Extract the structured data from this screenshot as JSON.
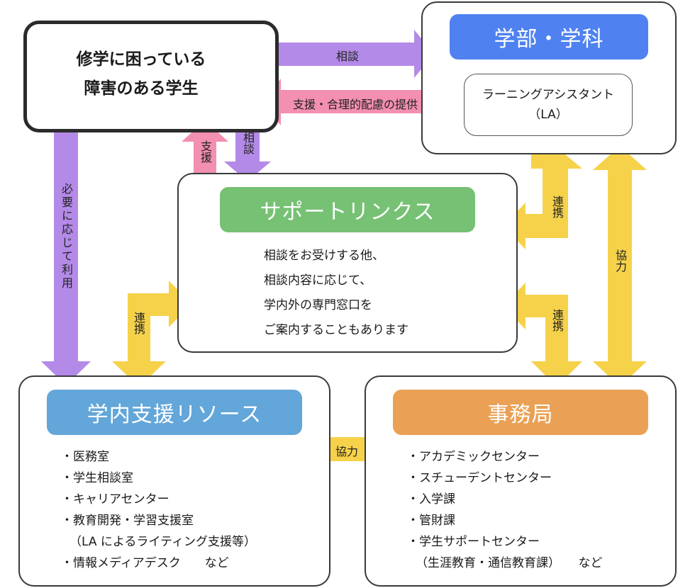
{
  "student": {
    "line1": "修学に困っている",
    "line2": "障害のある学生"
  },
  "faculty": {
    "title": "学部・学科",
    "la_line1": "ラーニングアシスタント",
    "la_line2": "（LA）"
  },
  "support_links": {
    "title": "サポートリンクス",
    "lines": [
      "相談をお受けする他、",
      "相談内容に応じて、",
      "学内外の専門窓口を",
      "ご案内することもあります"
    ]
  },
  "resources": {
    "title": "学内支援リソース",
    "items": [
      "・医務室",
      "・学生相談室",
      "・キャリアセンター",
      "・教育開発・学習支援室",
      "（LA によるライティング支援等）",
      "・情報メディアデスク　　など"
    ]
  },
  "office": {
    "title": "事務局",
    "items": [
      "・アカデミックセンター",
      "・スチューデントセンター",
      "・入学課",
      "・管財課",
      "・学生サポートセンター",
      "（生涯教育・通信教育課）　　など"
    ]
  },
  "arrows": {
    "consult_right": "相談",
    "support_left": "支援・合理的配慮の提供",
    "support_up": "支援",
    "consult_down": "相談",
    "use_as_needed": "必要に応じて利用",
    "collab_left": "連携",
    "collab_upper_right": "連携",
    "collab_lower_right": "連携",
    "cooperation_right": "協力",
    "cooperation_bottom": "協力"
  },
  "colors": {
    "purple": "#b48ae8",
    "pink": "#f38fb0",
    "yellow": "#f6d24a",
    "blue_header": "#4f82f0",
    "green_header": "#76c174",
    "lightblue_header": "#63a6d9",
    "orange_header": "#eaa155"
  }
}
